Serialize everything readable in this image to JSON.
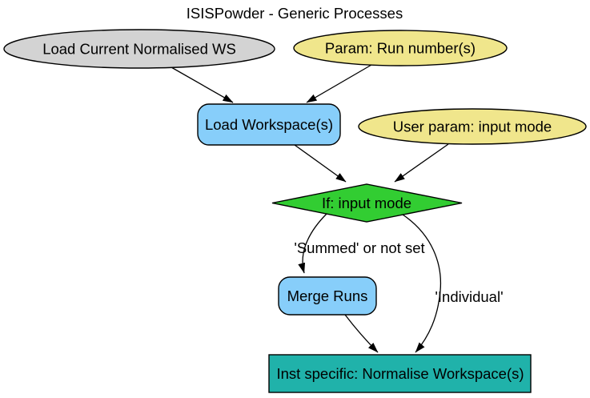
{
  "diagram": {
    "title": "ISISPowder - Generic Processes",
    "type": "flowchart",
    "colors": {
      "background": "#ffffff",
      "stroke": "#000000",
      "gray_node": "#d3d3d3",
      "param_node": "#f0e68c",
      "process_node": "#87cefa",
      "decision_node": "#32cd32",
      "inst_node": "#20b2aa"
    },
    "nodes": [
      {
        "id": "load_current_normalised_ws",
        "label": "Load Current Normalised WS",
        "shape": "ellipse",
        "fill": "#d3d3d3"
      },
      {
        "id": "param_run_numbers",
        "label": "Param: Run number(s)",
        "shape": "ellipse",
        "fill": "#f0e68c"
      },
      {
        "id": "load_workspaces",
        "label": "Load Workspace(s)",
        "shape": "rounded-box",
        "fill": "#87cefa"
      },
      {
        "id": "user_param_input_mode",
        "label": "User param: input mode",
        "shape": "ellipse",
        "fill": "#f0e68c"
      },
      {
        "id": "if_input_mode",
        "label": "If: input mode",
        "shape": "diamond",
        "fill": "#32cd32"
      },
      {
        "id": "merge_runs",
        "label": "Merge Runs",
        "shape": "rounded-box",
        "fill": "#87cefa"
      },
      {
        "id": "inst_specific_normalise",
        "label": "Inst specific: Normalise Workspace(s)",
        "shape": "box",
        "fill": "#20b2aa"
      }
    ],
    "edges": [
      {
        "from": "load_current_normalised_ws",
        "to": "load_workspaces",
        "label": ""
      },
      {
        "from": "param_run_numbers",
        "to": "load_workspaces",
        "label": ""
      },
      {
        "from": "load_workspaces",
        "to": "if_input_mode",
        "label": ""
      },
      {
        "from": "user_param_input_mode",
        "to": "if_input_mode",
        "label": ""
      },
      {
        "from": "if_input_mode",
        "to": "merge_runs",
        "label": "'Summed' or not set"
      },
      {
        "from": "if_input_mode",
        "to": "inst_specific_normalise",
        "label": "'Individual'"
      },
      {
        "from": "merge_runs",
        "to": "inst_specific_normalise",
        "label": ""
      }
    ]
  }
}
